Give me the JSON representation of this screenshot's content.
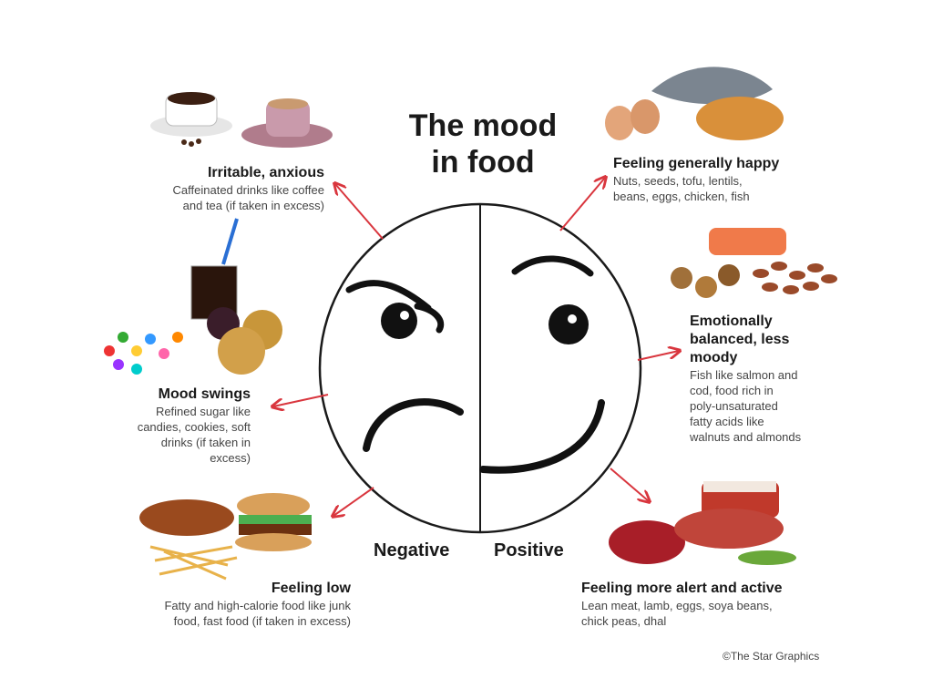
{
  "title_line1": "The mood",
  "title_line2": "in food",
  "negative_label": "Negative",
  "positive_label": "Positive",
  "credit": "©The Star Graphics",
  "items": {
    "irritable": {
      "heading": "Irritable, anxious",
      "lines": [
        "Caffeinated drinks like coffee",
        "and tea (if taken in excess)"
      ]
    },
    "mood_swings": {
      "heading": "Mood swings",
      "lines": [
        "Refined sugar like",
        "candies, cookies, soft",
        "drinks (if taken in",
        "excess)"
      ]
    },
    "feeling_low": {
      "heading": "Feeling low",
      "lines": [
        "Fatty and high-calorie food like junk",
        "food, fast food (if taken in excess)"
      ]
    },
    "happy": {
      "heading": "Feeling generally happy",
      "lines": [
        "Nuts, seeds, tofu, lentils,",
        "beans, eggs, chicken, fish"
      ]
    },
    "balanced": {
      "heading_lines": [
        "Emotionally",
        "balanced, less",
        "moody"
      ],
      "lines": [
        "Fish like salmon and",
        "cod, food rich in",
        "poly-unsaturated",
        "fatty acids like",
        "walnuts and almonds"
      ]
    },
    "alert": {
      "heading": "Feeling more alert and active",
      "lines": [
        "Lean meat, lamb, eggs, soya beans,",
        "chick peas, dhal"
      ]
    }
  },
  "colors": {
    "arrow": "#d9363e",
    "ink": "#1a1a1a"
  }
}
